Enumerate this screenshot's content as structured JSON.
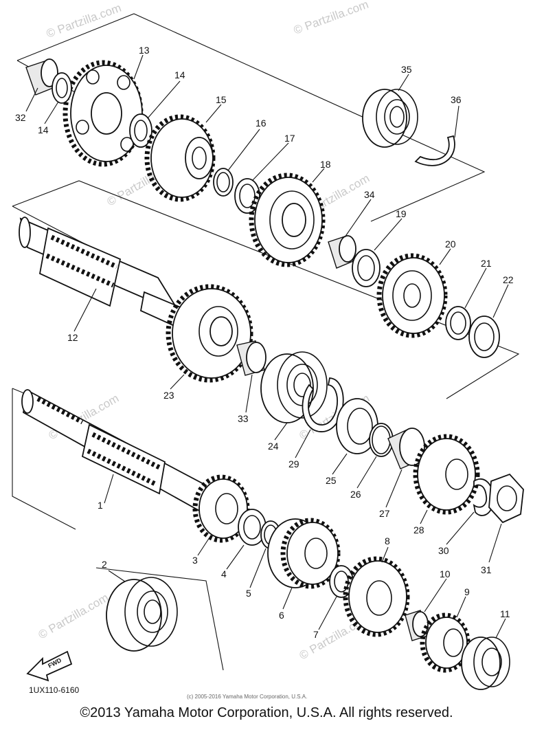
{
  "diagram": {
    "drawing_code": "1UX110-6160",
    "small_notice": "(c) 2005-2016 Yamaha Motor Corporation, U.S.A.",
    "watermark": "© Partzilla.com",
    "fwd_label": "FWD",
    "footer": "©2013 Yamaha Motor Corporation, U.S.A. All rights reserved.",
    "callouts": [
      "1",
      "2",
      "3",
      "4",
      "5",
      "6",
      "7",
      "8",
      "9",
      "10",
      "11",
      "12",
      "13",
      "14",
      "14",
      "15",
      "16",
      "17",
      "18",
      "19",
      "20",
      "21",
      "22",
      "23",
      "24",
      "25",
      "26",
      "27",
      "28",
      "29",
      "30",
      "31",
      "32",
      "33",
      "34",
      "35",
      "36"
    ]
  }
}
